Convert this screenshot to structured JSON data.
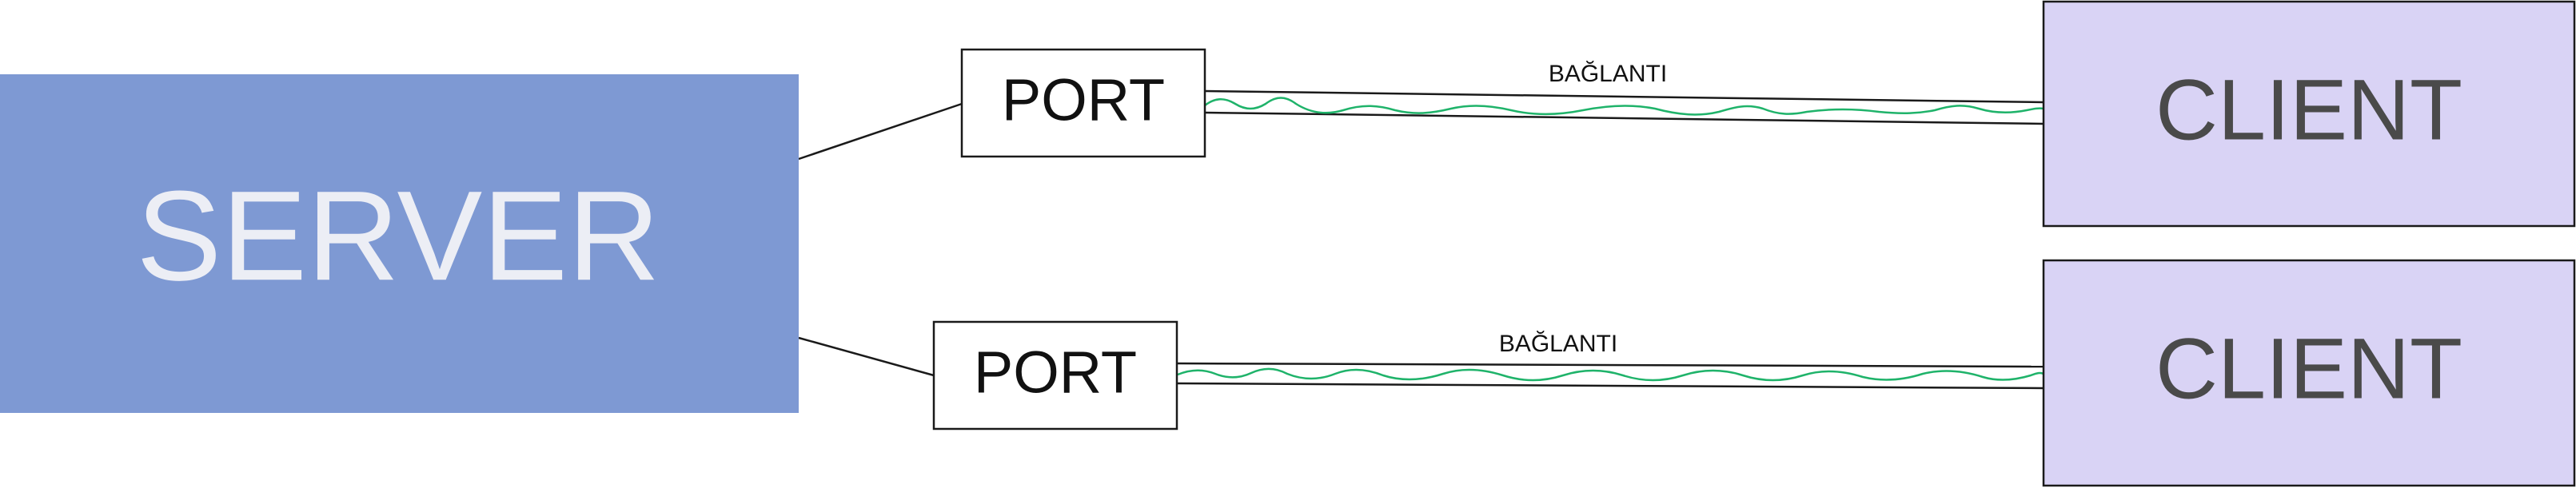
{
  "diagram": {
    "server": {
      "label": "SERVER",
      "fill": "#7e99d3",
      "text_color": "#eceef5"
    },
    "ports": [
      {
        "label": "PORT"
      },
      {
        "label": "PORT"
      }
    ],
    "clients": [
      {
        "label": "CLIENT"
      },
      {
        "label": "CLIENT"
      }
    ],
    "connections": [
      {
        "label": "BAĞLANTI"
      },
      {
        "label": "BAĞLANTI"
      }
    ],
    "colors": {
      "client_fill": "#d9d3f5",
      "client_text": "#4a4a4a",
      "port_fill": "#ffffff",
      "port_text": "#111111",
      "stroke": "#1a1a1a",
      "signal": "#1fb36a"
    }
  }
}
